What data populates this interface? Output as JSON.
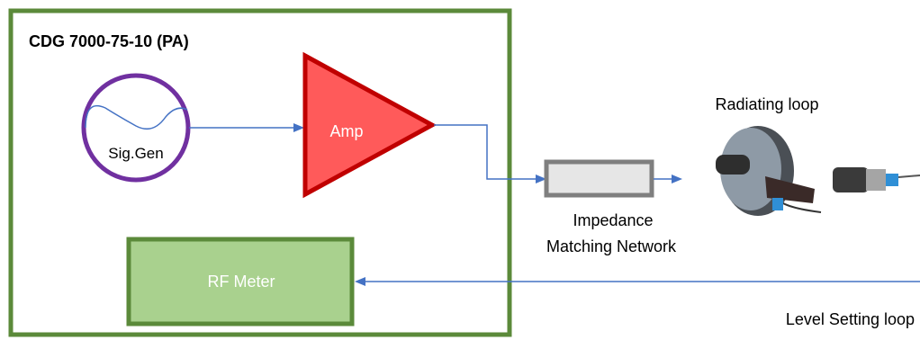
{
  "diagram": {
    "system_box": {
      "label": "CDG 7000-75-10 (PA)"
    },
    "signal_generator": {
      "label": "Sig.Gen"
    },
    "amplifier": {
      "label": "Amp"
    },
    "rf_meter": {
      "label": "RF Meter"
    },
    "impedance_network": {
      "label_line1": "Impedance",
      "label_line2": "Matching Network"
    },
    "radiating_loop": {
      "label": "Radiating loop"
    },
    "level_loop": {
      "label": "Level Setting loop"
    },
    "colors": {
      "frame": "#5b8a3a",
      "sig_gen_ring": "#7030a0",
      "amplifier_fill": "#ff5a5a",
      "amplifier_stroke": "#c00000",
      "meter_fill": "#a9d18e",
      "wire": "#4472c4",
      "network_fill": "#e6e6e6",
      "network_stroke": "#7f7f7f"
    }
  }
}
